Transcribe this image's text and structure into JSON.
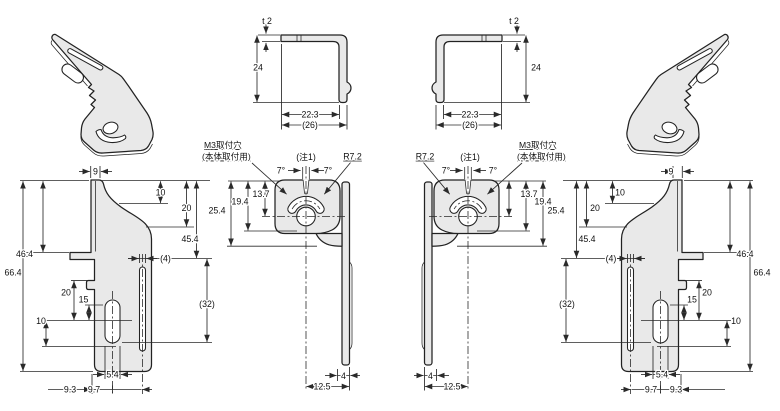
{
  "colors": {
    "line": "#222222",
    "part_fill": "#e9e9e9",
    "background": "#ffffff"
  },
  "annotations": {
    "mount_hole_label_line1": "M3取付穴",
    "mount_hole_label_line2": "(本体取付用)",
    "note": "(注1)",
    "radius": "R7.2",
    "angle_left": "7°",
    "angle_right": "7°"
  },
  "side_view": {
    "thickness": "t 2",
    "height": "24",
    "width": "22.3",
    "overall_width": "(26)"
  },
  "detail_view": {
    "dim_13_7": "13.7",
    "dim_19_4": "19.4",
    "dim_25_4": "25.4",
    "dim_4": "4",
    "dim_12_5": "12.5"
  },
  "front_view": {
    "dim_9": "9",
    "dim_10_top": "10",
    "dim_20_top": "20",
    "dim_45_4": "45.4",
    "dim_46_4": "46.4",
    "dim_66_4": "66.4",
    "dim_4_ref": "(4)",
    "dim_32_ref": "(32)",
    "dim_20_bottom": "20",
    "dim_15": "15",
    "dim_10_bottom": "10",
    "dim_5_4": "5.4",
    "dim_9_3": "9.3",
    "dim_9_7": "9.7"
  }
}
